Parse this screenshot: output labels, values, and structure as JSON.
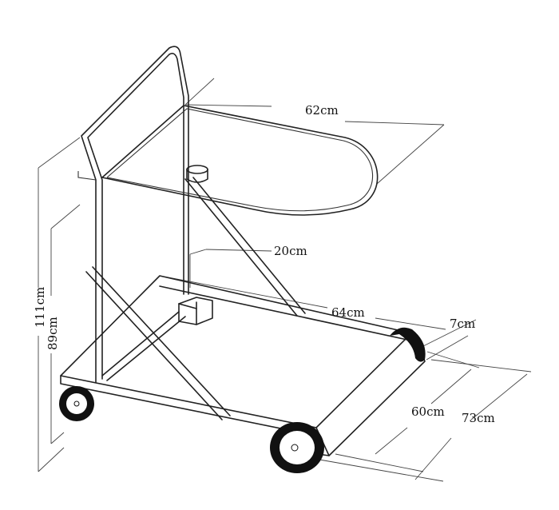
{
  "dimensions": {
    "tray_length": "62cm",
    "post_height": "20cm",
    "base_length": "64cm",
    "wheel_width": "7cm",
    "base_width": "60cm",
    "overall_width": "73cm",
    "overall_height": "111cm",
    "base_height": "89cm"
  },
  "colors": {
    "line": "#222222",
    "wheel": "#111111",
    "background": "#ffffff"
  }
}
